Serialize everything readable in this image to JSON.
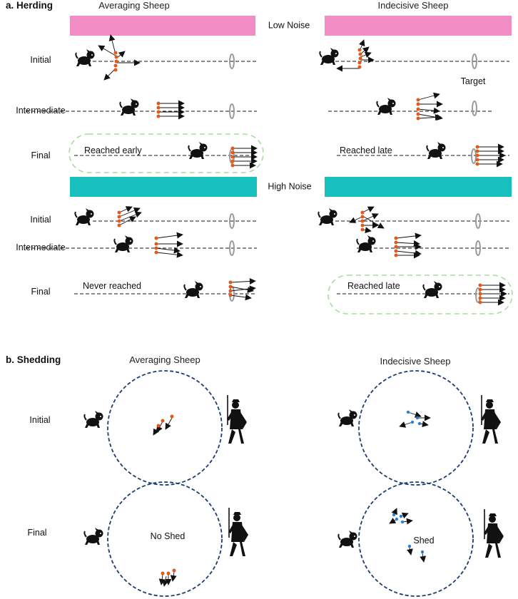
{
  "colors": {
    "low_noise_band": "#f28cc4",
    "high_noise_band": "#17bfbd",
    "sheep_dot": "#e05a1c",
    "indecisive_dot_shedding": "#2f7fd0",
    "rounded_box_border": "#a8dca0",
    "circle_border": "#1d3d70",
    "target": "#9a9a9a",
    "ink": "#111111"
  },
  "herding": {
    "section_label": "a.  Herding",
    "col_left_title": "Averaging Sheep",
    "col_right_title": "Indecisive Sheep",
    "low_noise_label": "Low Noise",
    "high_noise_label": "High Noise",
    "target_label": "Target",
    "row_labels": {
      "initial": "Initial",
      "intermediate": "Intermediate",
      "final": "Final"
    },
    "notes": {
      "low_left_final": "Reached early",
      "low_right_final": "Reached late",
      "high_left_final": "Never reached",
      "high_right_final": "Reached late"
    }
  },
  "shedding": {
    "section_label": "b.  Shedding",
    "col_left_title": "Averaging Sheep",
    "col_right_title": "Indecisive Sheep",
    "row_labels": {
      "initial": "Initial",
      "final": "Final"
    },
    "left_final_note": "No Shed",
    "right_final_note": "Shed"
  },
  "icons": [
    "dog-icon",
    "shepherd-icon",
    "target-icon",
    "sheep-dot-icon"
  ]
}
